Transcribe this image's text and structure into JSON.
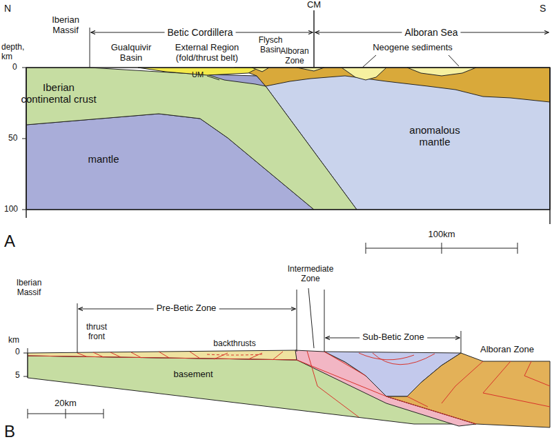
{
  "diagram": {
    "labels": [
      "N",
      "Betic Cordillera",
      "CM",
      "Alboran Sea",
      "S",
      "depth, km",
      "Iberian Massif",
      "Gualquivir Basin",
      "External Region (fold/thrust belt)",
      "Flysch Basin",
      "Alboran Zone",
      "Neogene sediments",
      "0",
      "Iberian continental crust",
      "UM",
      "50",
      "anomalous mantle",
      "mantle",
      "100",
      "100km",
      "A",
      "Iberian Massif",
      "Pre-Betic Zone",
      "Intermediate Zone",
      "thrust front",
      "backthrusts",
      "Sub-Betic Zone",
      "Alboran Zone",
      "km",
      "0",
      "5",
      "basement",
      "20km",
      "B"
    ]
  }
}
